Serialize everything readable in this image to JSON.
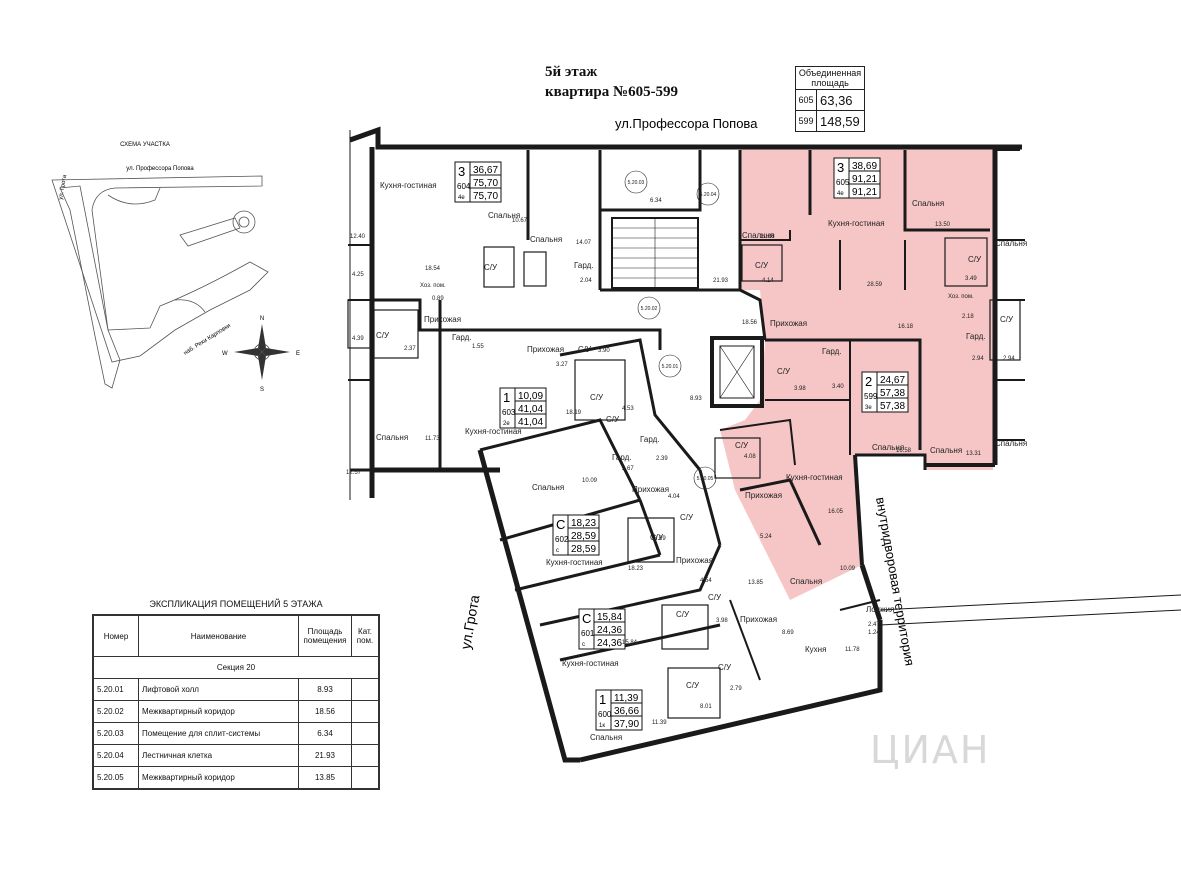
{
  "title": {
    "line1": "5й этаж",
    "line2": "квартира №605-599"
  },
  "merged_area": {
    "header": "Объединенная площадь",
    "rows": [
      {
        "num": "605",
        "value": "63,36"
      },
      {
        "num": "599",
        "value": "148,59"
      }
    ]
  },
  "streets": {
    "north": "ул.Профессора Попова",
    "west": "ул.Грота",
    "courtyard": "внутридворовая территория"
  },
  "site_plan": {
    "caption": "СХЕМА УЧАСТКА",
    "street_top": "ул. Профессора Попова",
    "street_left": "ул. Грота",
    "street_diag": "наб. Реки Карповки",
    "compass": {
      "n": "N",
      "s": "S",
      "e": "E",
      "w": "W"
    }
  },
  "apartments": [
    {
      "id": "apt-604",
      "rooms": "3",
      "num": "604",
      "sub": "4е",
      "a1": "36,67",
      "a2": "75,70",
      "a3": "75,70"
    },
    {
      "id": "apt-605",
      "rooms": "3",
      "num": "605",
      "sub": "4е",
      "a1": "38,69",
      "a2": "91,21",
      "a3": "91,21"
    },
    {
      "id": "apt-603",
      "rooms": "1",
      "num": "603",
      "sub": "2е",
      "a1": "10,09",
      "a2": "41,04",
      "a3": "41,04"
    },
    {
      "id": "apt-599",
      "rooms": "2",
      "num": "599",
      "sub": "3е",
      "a1": "24,67",
      "a2": "57,38",
      "a3": "57,38"
    },
    {
      "id": "apt-602",
      "rooms": "С",
      "num": "602",
      "sub": "с",
      "a1": "18,23",
      "a2": "28,59",
      "a3": "28,59"
    },
    {
      "id": "apt-601",
      "rooms": "С",
      "num": "601",
      "sub": "с",
      "a1": "15,84",
      "a2": "24,36",
      "a3": "24,36"
    },
    {
      "id": "apt-600",
      "rooms": "1",
      "num": "600",
      "sub": "1к",
      "a1": "11,39",
      "a2": "36,66",
      "a3": "37,90"
    }
  ],
  "rooms": {
    "kg": "Кухня-гостиная",
    "sp": "Спальня",
    "pr": "Прихожая",
    "su": "С/У",
    "gard": "Гард.",
    "kuhnya": "Кухня",
    "lodg": "Лоджия",
    "hoz": "Хоз. пом."
  },
  "areas": {
    "a1": "18.54",
    "a2": "10.67",
    "a3": "14.07",
    "a4": "2.04",
    "a5": "6.34",
    "a6": "21.93",
    "a7": "11.88",
    "a8": "28.59",
    "a9": "13.50",
    "a10": "16.18",
    "a11": "4.14",
    "a12": "3.49",
    "a13": "2.18",
    "a14": "2.94",
    "a15": "18.19",
    "a16": "11.73",
    "a17": "8.93",
    "a18": "3.27",
    "a19": "3.98",
    "a20": "3.40",
    "a21": "13.31",
    "a22": "16.58",
    "a23": "10.09",
    "a24": "2.67",
    "a25": "2.39",
    "a26": "4.04",
    "a27": "16.05",
    "a28": "5.24",
    "a29": "10.09",
    "a30": "4.54",
    "a31": "13.85",
    "a32": "8.69",
    "a33": "11.78",
    "a34": "2.47",
    "a35": "1.24",
    "a36": "11.39",
    "a37": "8.01",
    "a38": "15.84",
    "a39": "18.23",
    "a40": "3.69",
    "a41": "12.40",
    "a42": "4.25",
    "a43": "4.39",
    "a44": "12.57",
    "a45": "1.55",
    "a46": "0.89",
    "a47": "2.37",
    "a48": "18.56",
    "a49": "3.98",
    "a50": "4.08",
    "a51": "4.53",
    "a52": "3.90",
    "a53": "2.79",
    "a54": "2.94"
  },
  "codes": {
    "c1": "5.20.03",
    "c2": "5.20.04",
    "c3": "5.20.02",
    "c4": "5.20.01",
    "c5": "5.20.05"
  },
  "explication": {
    "caption": "ЭКСПЛИКАЦИЯ ПОМЕЩЕНИЙ 5 ЭТАЖА",
    "headers": [
      "Номер",
      "Наименование",
      "Площадь помещения",
      "Кат. пом."
    ],
    "section": "Секция 20",
    "rows": [
      {
        "num": "5.20.01",
        "name": "Лифтовой холл",
        "area": "8.93"
      },
      {
        "num": "5.20.02",
        "name": "Межквартирный коридор",
        "area": "18.56"
      },
      {
        "num": "5.20.03",
        "name": "Помещение для сплит-системы",
        "area": "6.34"
      },
      {
        "num": "5.20.04",
        "name": "Лестничная клетка",
        "area": "21.93"
      },
      {
        "num": "5.20.05",
        "name": "Межквартирный коридор",
        "area": "13.85"
      }
    ]
  },
  "watermark": "ЦИАН",
  "colors": {
    "highlight": "#f6c6c6",
    "wall": "#1a1a1a"
  }
}
